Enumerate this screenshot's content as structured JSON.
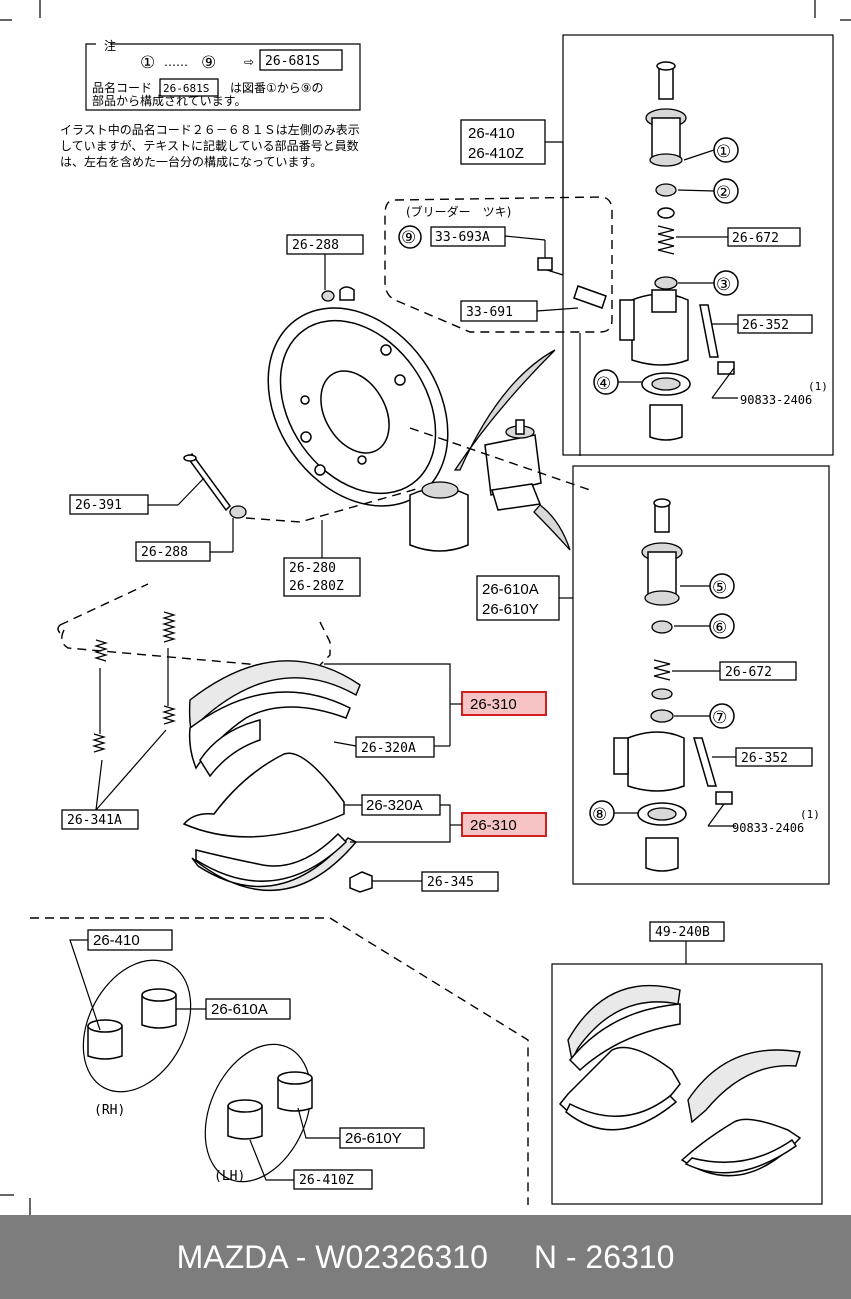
{
  "note": {
    "head": "注",
    "range_from": "①",
    "range_dots": "……",
    "range_to": "⑨",
    "arrow": "⇨",
    "range_code": "26-681S",
    "line1_a": "品名コード",
    "line1_code": "26-681S",
    "line1_b": "は図番①から⑨の",
    "line2": "部品から構成されています。",
    "para1": "イラスト中の品名コード２６－６８１Ｓは左側のみ表示",
    "para2": "していますが、テキストに記載している部品番号と員数",
    "para3": "は、左右を含めた一台分の構成になっています。"
  },
  "labels": {
    "l_26410": "26-410",
    "l_26410z": "26-410Z",
    "bleeder": "(ブリーダー　ツキ)",
    "c9": "⑨",
    "l_33693a": "33-693A",
    "l_33691": "33-691",
    "l_26288_top": "26-288",
    "c1": "①",
    "c2": "②",
    "c3": "③",
    "c4": "④",
    "c5": "⑤",
    "c6": "⑥",
    "c7": "⑦",
    "c8": "⑧",
    "l_26672_a": "26-672",
    "l_26352_a": "26-352",
    "l_90833_a": "90833-2406",
    "qty_a": "(1)",
    "l_26391": "26-391",
    "l_26288_bot": "26-288",
    "l_26280": "26-280",
    "l_26280z": "26-280Z",
    "l_26610a": "26-610A",
    "l_26610y": "26-610Y",
    "l_26672_b": "26-672",
    "l_26352_b": "26-352",
    "l_90833_b": "90833-2406",
    "qty_b": "(1)",
    "l_26310_a": "26-310",
    "l_26320a_a": "26-320A",
    "l_26320a_b": "26-320A",
    "l_26310_b": "26-310",
    "l_26341a": "26-341A",
    "l_26345": "26-345",
    "l_49240b": "49-240B",
    "kit_26410": "26-410",
    "kit_26610a": "26-610A",
    "rh": "(RH)",
    "kit_26610y": "26-610Y",
    "lh": "(LH)",
    "kit_26410z": "26-410Z"
  },
  "colors": {
    "highlight": "#f6c4c4",
    "highlight_border": "#d02020",
    "footer_bg": "#7d7d7d"
  },
  "footer": {
    "left": "MAZDA - W02326310",
    "right": "N - 26310"
  }
}
